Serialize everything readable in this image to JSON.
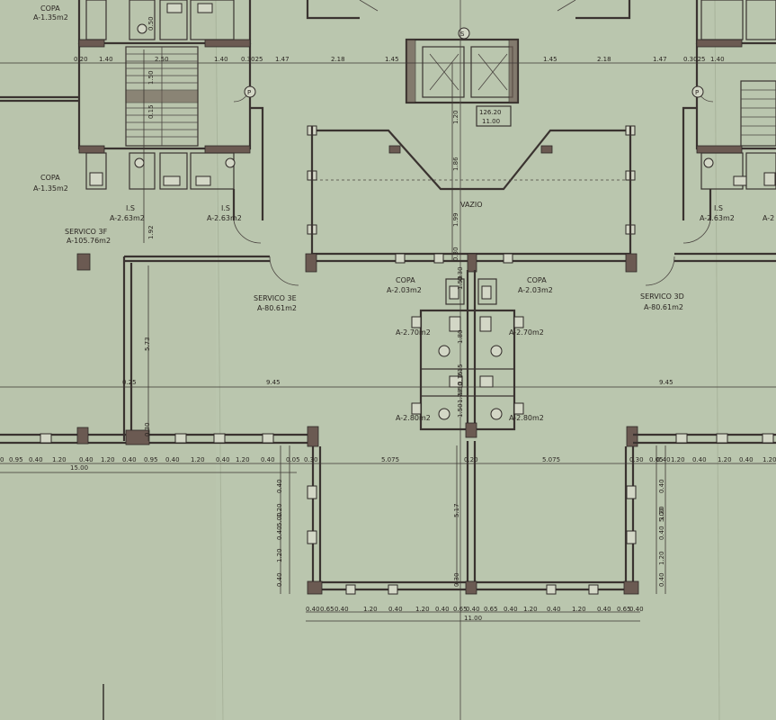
{
  "rooms": {
    "copa_tl": {
      "name": "COPA",
      "area": "A-1.35m2"
    },
    "copa_ml": {
      "name": "COPA",
      "area": "A-1.35m2"
    },
    "is_l1": {
      "name": "I.S",
      "area": "A-2.63m2"
    },
    "is_l2": {
      "name": "I.S",
      "area": "A-2.63m2"
    },
    "servico_3f": {
      "name": "SERVICO 3F",
      "area": "A-105.76m2"
    },
    "servico_3e": {
      "name": "SERVICO 3E",
      "area": "A-80.61m2"
    },
    "servico_3d": {
      "name": "SERVICO 3D",
      "area": "A-80.61m2"
    },
    "copa_cl": {
      "name": "COPA",
      "area": "A-2.03m2"
    },
    "copa_cr": {
      "name": "COPA",
      "area": "A-2.03m2"
    },
    "is_cl1": {
      "area": "A-2.70m2"
    },
    "is_cr1": {
      "area": "A-2.70m2"
    },
    "is_cl2": {
      "area": "A-2.80m2"
    },
    "is_cr2": {
      "area": "A-2.80m2"
    },
    "is_r1": {
      "name": "I.S",
      "area": "A-2.63m2"
    },
    "is_r2": {
      "area": "A-2"
    },
    "vazio": {
      "name": "VAZIO"
    },
    "elevator_box": {
      "line1": "126.20",
      "line2": "11.00"
    },
    "door_p_left": "P",
    "door_p_right": "P",
    "elevator_mark": "S"
  },
  "dims": {
    "top_row": [
      "0.20",
      "1.40",
      "2.50",
      "1.40",
      "0.3025",
      "1.47",
      "2.18",
      "1.45",
      "1.45",
      "2.18",
      "1.47",
      "0.3025",
      "1.40"
    ],
    "stair_vertical": [
      "0.50",
      "1.50",
      "0.15",
      "1.92"
    ],
    "core_vertical": [
      "1.20",
      "1.86",
      "1.99",
      "0.30"
    ],
    "center_core": [
      "1.50",
      "1.80",
      "0.15",
      "1.50",
      "0.30",
      "1.50",
      "0.15",
      "1.78"
    ],
    "horiz_945_l": "9.45",
    "horiz_945_r": "9.45",
    "col_025": "0.25",
    "left_573": "5.73",
    "left_030": "0.30",
    "bottom_left_row": [
      "0",
      "0.95",
      "0.40",
      "1.20",
      "0.40",
      "1.20",
      "0.40",
      "0.95",
      "0.40",
      "1.20",
      "0.40",
      "1.20",
      "0.40",
      "0.05",
      "0.30"
    ],
    "bottom_left_total": "15.00",
    "mid_5075_l": "5.075",
    "mid_5075_r": "5.075",
    "mid_020": "0.20",
    "center_517": "5.17",
    "center_030": "0.30",
    "bottom_right_row": [
      "0.30",
      "0.05",
      "0.40",
      "1.20",
      "0.40",
      "1.20",
      "0.40",
      "1.20"
    ],
    "wing_left_vertical": [
      "5.00",
      "0.40",
      "1.20",
      "0.40",
      "1.20",
      "0.40"
    ],
    "wing_right_vertical": [
      "0.40",
      "1.20",
      "0.40",
      "1.20",
      "0.40",
      "5.00"
    ],
    "bottom_row": [
      "0.40",
      "0.65",
      "0.40",
      "1.20",
      "0.40",
      "1.20",
      "0.40",
      "0.65",
      "0.40",
      "0.65",
      "0.40",
      "1.20",
      "0.40",
      "1.20",
      "0.40",
      "0.65",
      "0.40"
    ],
    "bottom_total": "11.00"
  }
}
